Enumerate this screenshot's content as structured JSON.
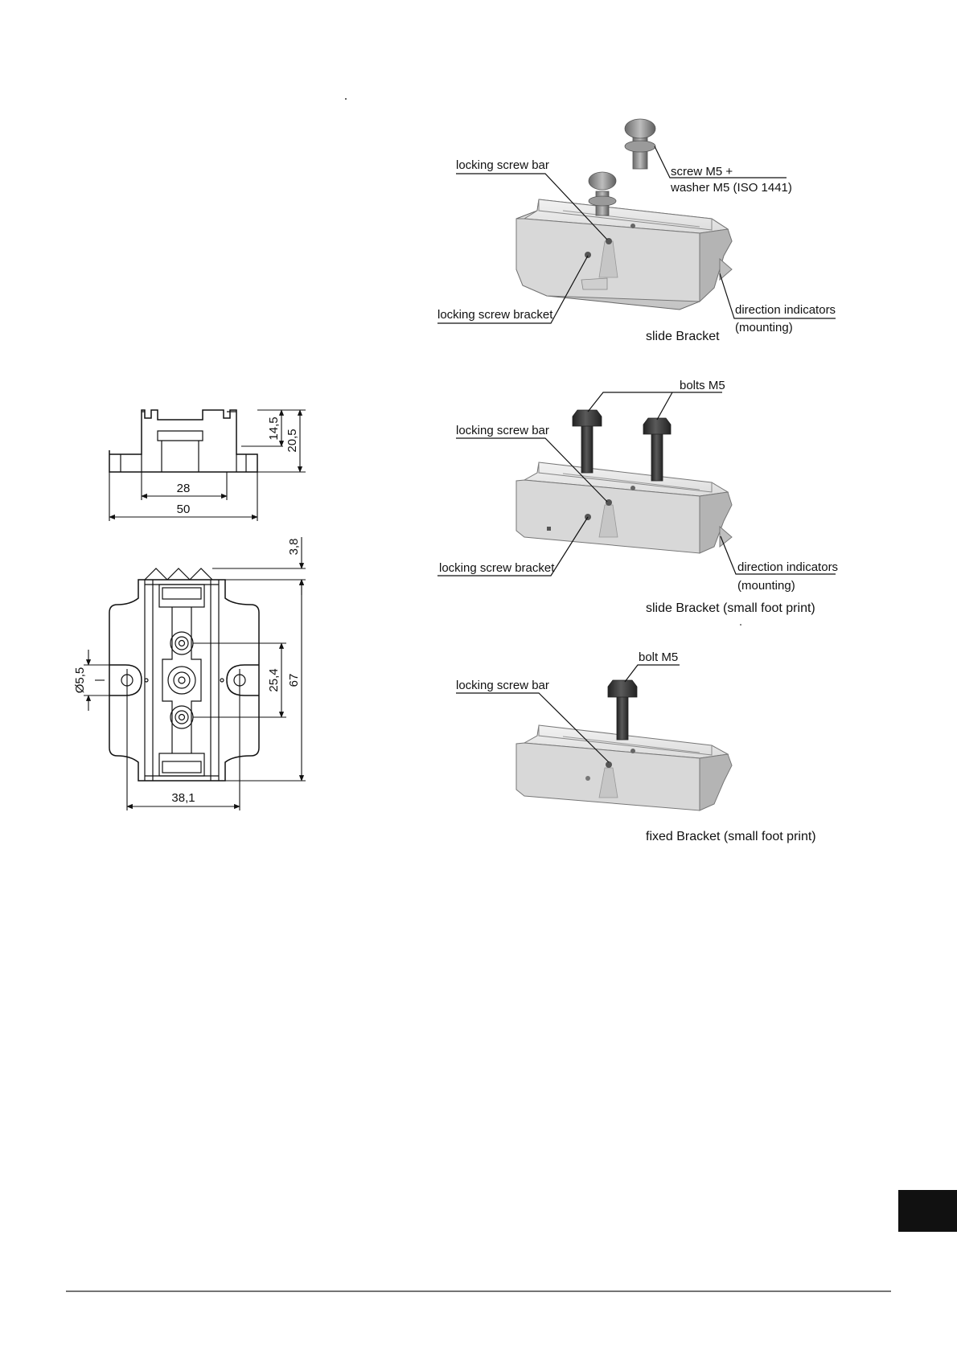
{
  "dimensions": {
    "d_14_5": "14,5",
    "d_20_5": "20,5",
    "d_28": "28",
    "d_50": "50",
    "d_3_8": "3,8",
    "d_5_5": "Ø5,5",
    "d_25_4": "25,4",
    "d_67": "67",
    "d_38_1": "38,1"
  },
  "slide_bracket": {
    "label_locking_screw_bar": "locking screw bar",
    "label_screw_washer_1": "screw M5 +",
    "label_screw_washer_2": "washer M5 (ISO 1441)",
    "label_locking_screw_bracket": "locking screw bracket",
    "label_direction_indicators": "direction indicators",
    "label_mounting": "(mounting)",
    "caption": "slide Bracket"
  },
  "slide_bracket_small": {
    "label_bolts": "bolts M5",
    "label_locking_screw_bar": "locking screw bar",
    "label_locking_screw_bracket": "locking screw bracket",
    "label_direction_indicators": "direction indicators",
    "label_mounting": "(mounting)",
    "caption": "slide Bracket (small foot print)"
  },
  "fixed_bracket_small": {
    "label_bolt": "bolt M5",
    "label_locking_screw_bar": "locking screw bar",
    "caption": "fixed Bracket (small foot print)"
  },
  "colors": {
    "page_tab": "#111111",
    "metal_light": "#e9e9e9",
    "metal_mid": "#cfcfcf",
    "metal_dark": "#a9a9a9",
    "bolt": "#3a3a3a"
  }
}
